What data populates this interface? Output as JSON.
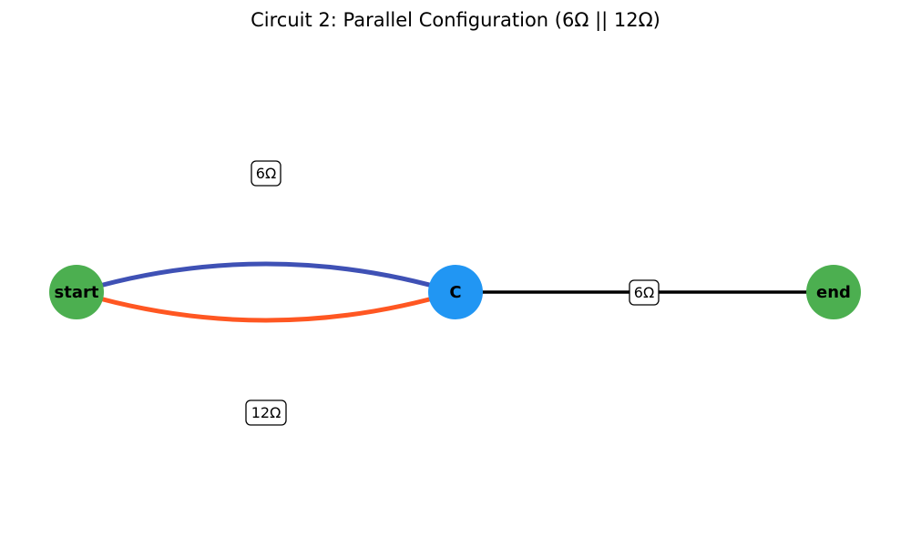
{
  "title": "Circuit 2: Parallel Configuration (6Ω || 12Ω)",
  "nodes": [
    {
      "id": "start",
      "label": "start",
      "color": "#4caf50"
    },
    {
      "id": "C",
      "label": "C",
      "color": "#2196f3"
    },
    {
      "id": "end",
      "label": "end",
      "color": "#4caf50"
    }
  ],
  "edges": [
    {
      "id": "top-branch",
      "from": "start",
      "to": "C",
      "label": "6Ω",
      "color": "#3f51b5"
    },
    {
      "id": "bottom-branch",
      "from": "start",
      "to": "C",
      "label": "12Ω",
      "color": "#ff5722"
    },
    {
      "id": "series",
      "from": "C",
      "to": "end",
      "label": "6Ω",
      "color": "#000000"
    }
  ]
}
